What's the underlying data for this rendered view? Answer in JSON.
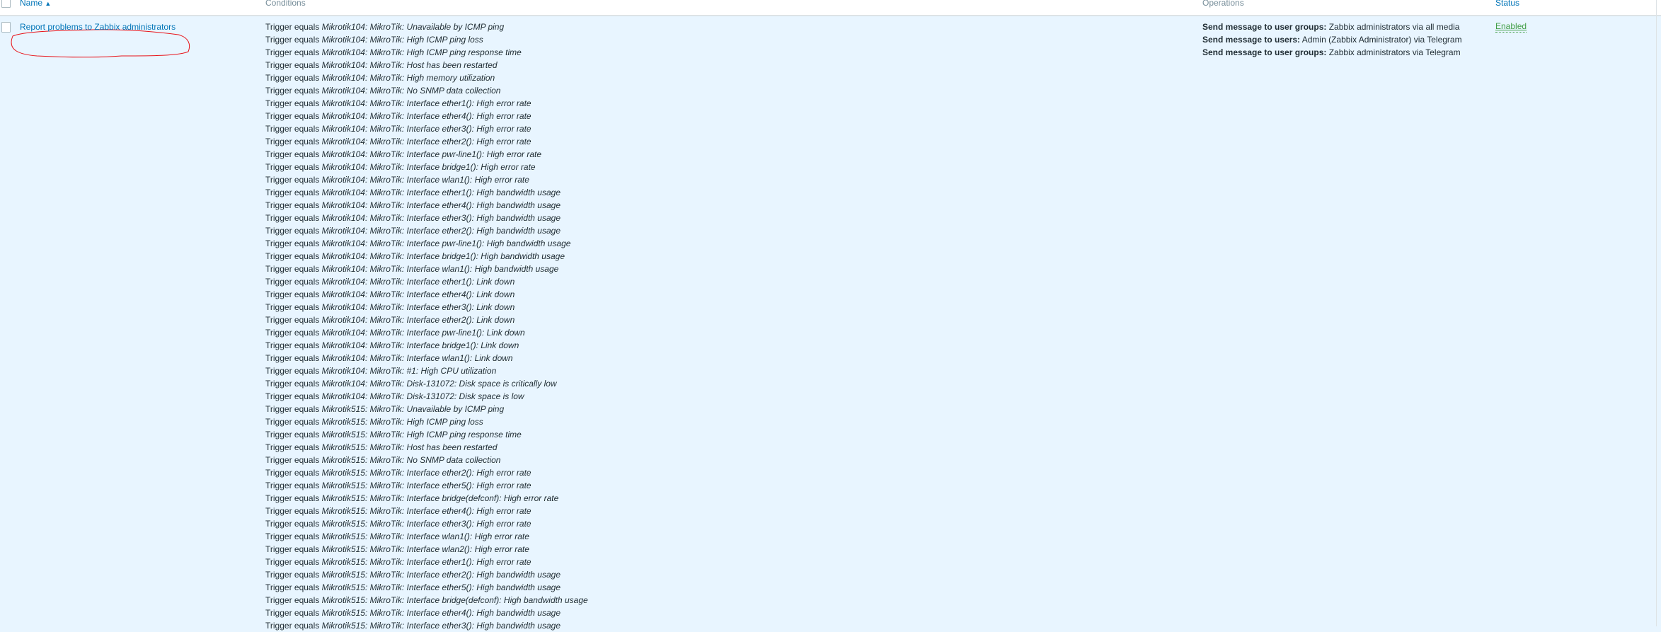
{
  "header": {
    "name": "Name",
    "sort_indicator": "▲",
    "conditions": "Conditions",
    "operations": "Operations",
    "status": "Status"
  },
  "action": {
    "name": "Report problems to Zabbix administrators",
    "status": "Enabled",
    "condition_prefix": "Trigger equals",
    "conditions": [
      "Mikrotik104: MikroTik: Unavailable by ICMP ping",
      "Mikrotik104: MikroTik: High ICMP ping loss",
      "Mikrotik104: MikroTik: High ICMP ping response time",
      "Mikrotik104: MikroTik: Host has been restarted",
      "Mikrotik104: MikroTik: High memory utilization",
      "Mikrotik104: MikroTik: No SNMP data collection",
      "Mikrotik104: MikroTik: Interface ether1(): High error rate",
      "Mikrotik104: MikroTik: Interface ether4(): High error rate",
      "Mikrotik104: MikroTik: Interface ether3(): High error rate",
      "Mikrotik104: MikroTik: Interface ether2(): High error rate",
      "Mikrotik104: MikroTik: Interface pwr-line1(): High error rate",
      "Mikrotik104: MikroTik: Interface bridge1(): High error rate",
      "Mikrotik104: MikroTik: Interface wlan1(): High error rate",
      "Mikrotik104: MikroTik: Interface ether1(): High bandwidth usage",
      "Mikrotik104: MikroTik: Interface ether4(): High bandwidth usage",
      "Mikrotik104: MikroTik: Interface ether3(): High bandwidth usage",
      "Mikrotik104: MikroTik: Interface ether2(): High bandwidth usage",
      "Mikrotik104: MikroTik: Interface pwr-line1(): High bandwidth usage",
      "Mikrotik104: MikroTik: Interface bridge1(): High bandwidth usage",
      "Mikrotik104: MikroTik: Interface wlan1(): High bandwidth usage",
      "Mikrotik104: MikroTik: Interface ether1(): Link down",
      "Mikrotik104: MikroTik: Interface ether4(): Link down",
      "Mikrotik104: MikroTik: Interface ether3(): Link down",
      "Mikrotik104: MikroTik: Interface ether2(): Link down",
      "Mikrotik104: MikroTik: Interface pwr-line1(): Link down",
      "Mikrotik104: MikroTik: Interface bridge1(): Link down",
      "Mikrotik104: MikroTik: Interface wlan1(): Link down",
      "Mikrotik104: MikroTik: #1: High CPU utilization",
      "Mikrotik104: MikroTik: Disk-131072: Disk space is critically low",
      "Mikrotik104: MikroTik: Disk-131072: Disk space is low",
      "Mikrotik515: MikroTik: Unavailable by ICMP ping",
      "Mikrotik515: MikroTik: High ICMP ping loss",
      "Mikrotik515: MikroTik: High ICMP ping response time",
      "Mikrotik515: MikroTik: Host has been restarted",
      "Mikrotik515: MikroTik: No SNMP data collection",
      "Mikrotik515: MikroTik: Interface ether2(): High error rate",
      "Mikrotik515: MikroTik: Interface ether5(): High error rate",
      "Mikrotik515: MikroTik: Interface bridge(defconf): High error rate",
      "Mikrotik515: MikroTik: Interface ether4(): High error rate",
      "Mikrotik515: MikroTik: Interface ether3(): High error rate",
      "Mikrotik515: MikroTik: Interface wlan1(): High error rate",
      "Mikrotik515: MikroTik: Interface wlan2(): High error rate",
      "Mikrotik515: MikroTik: Interface ether1(): High error rate",
      "Mikrotik515: MikroTik: Interface ether2(): High bandwidth usage",
      "Mikrotik515: MikroTik: Interface ether5(): High bandwidth usage",
      "Mikrotik515: MikroTik: Interface bridge(defconf): High bandwidth usage",
      "Mikrotik515: MikroTik: Interface ether4(): High bandwidth usage",
      "Mikrotik515: MikroTik: Interface ether3(): High bandwidth usage"
    ],
    "operations": [
      {
        "label": "Send message to user groups:",
        "value": " Zabbix administrators via all media"
      },
      {
        "label": "Send message to users:",
        "value": " Admin (Zabbix Administrator) via Telegram"
      },
      {
        "label": "Send message to user groups:",
        "value": " Zabbix administrators via Telegram"
      }
    ]
  },
  "colors": {
    "link": "#0275b8",
    "enabled": "#429e47",
    "row_bg": "#e8f5ff",
    "highlight": "#e8131a"
  }
}
